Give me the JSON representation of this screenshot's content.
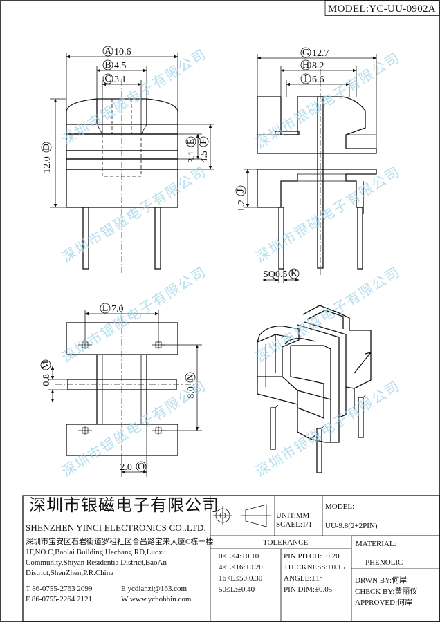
{
  "header": {
    "model_tag": "MODEL:YC-UU-0902A"
  },
  "watermark": {
    "text": "深圳市银磁电子有限公司",
    "color": "#9fd3ea"
  },
  "views": {
    "front": {
      "dim_a": {
        "letter": "A",
        "value": "10.6"
      },
      "dim_b": {
        "letter": "B",
        "value": "4.5"
      },
      "dim_c": {
        "letter": "C",
        "value": "3.1"
      },
      "dim_d": {
        "letter": "D",
        "value": "12.0"
      },
      "dim_e": {
        "letter": "E",
        "value": "3.1"
      },
      "dim_f": {
        "letter": "F",
        "value": "4.5"
      }
    },
    "side": {
      "dim_g": {
        "letter": "G",
        "value": "12.7"
      },
      "dim_h": {
        "letter": "H",
        "value": "8.2"
      },
      "dim_i": {
        "letter": "I",
        "value": "6.6"
      },
      "dim_j": {
        "letter": "J",
        "value": "1.2"
      },
      "dim_k": {
        "letter": "K",
        "value": "SQ0.5"
      }
    },
    "bottom": {
      "dim_l": {
        "letter": "L",
        "value": "7.0"
      },
      "dim_m": {
        "letter": "M",
        "value": "0.8"
      },
      "dim_n": {
        "letter": "N",
        "value": "8.0"
      },
      "dim_o": {
        "letter": "O",
        "value": "2.0"
      }
    }
  },
  "title_block": {
    "company_cn": "深圳市银磁电子有限公司",
    "company_en": "SHENZHEN YINCI ELECTRONICS CO.,LTD.",
    "address_cn": "深圳市宝安区石岩街道罗租社区合昌路宝来大厦C栋一楼",
    "address_en": [
      "1F,NO.C,Baolai Building,Hechang RD,Luozu",
      "Community,Shiyan Residentia District,BaoAn",
      "District,ShenZhen,P.R.China"
    ],
    "tel": "T 86-0755-2763 2099",
    "fax": "F 86-0755-2264 2121",
    "email": "E ycdianzi@163.com",
    "web": "W www.ycbobbin.com",
    "unit": "UNIT:MM",
    "scale": "SCAEL:1/1",
    "model_label": "MODEL:",
    "model_value": "UU-9.8(2+2PIN)",
    "tolerance_title": "TOLERANCE",
    "tolerance_left": [
      "0<L≤4:±0.10",
      "4<L≤16:±0.20",
      "16<L≤50:0.30",
      "50≤L:±0.40"
    ],
    "tolerance_right": [
      "PIN PITCH:±0.20",
      "THICKNESS:±0.15",
      "ANGLE:±1°",
      "PIN DIM:±0.05"
    ],
    "material_label": "MATERIAL:",
    "material_value": "PHENOLIC",
    "drawn_by": "DRWN BY:何岸",
    "checked_by": "CHECK BY:黄丽仪",
    "approved_by": "APPROVED:何岸"
  }
}
